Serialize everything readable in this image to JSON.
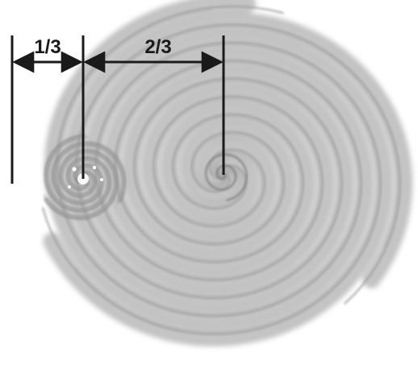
{
  "diagram": {
    "labels": {
      "left_fraction": "1/3",
      "right_fraction": "2/3"
    },
    "colors": {
      "ink": "#1a1a1a",
      "swirl_dark": "#8a8a8a",
      "swirl_light": "#c8c8c8",
      "background": "#ffffff"
    },
    "icons": {
      "large_vortex": "spiral-vortex",
      "small_vortex": "spiral-vortex-small",
      "arrows": "double-headed-arrow"
    }
  }
}
